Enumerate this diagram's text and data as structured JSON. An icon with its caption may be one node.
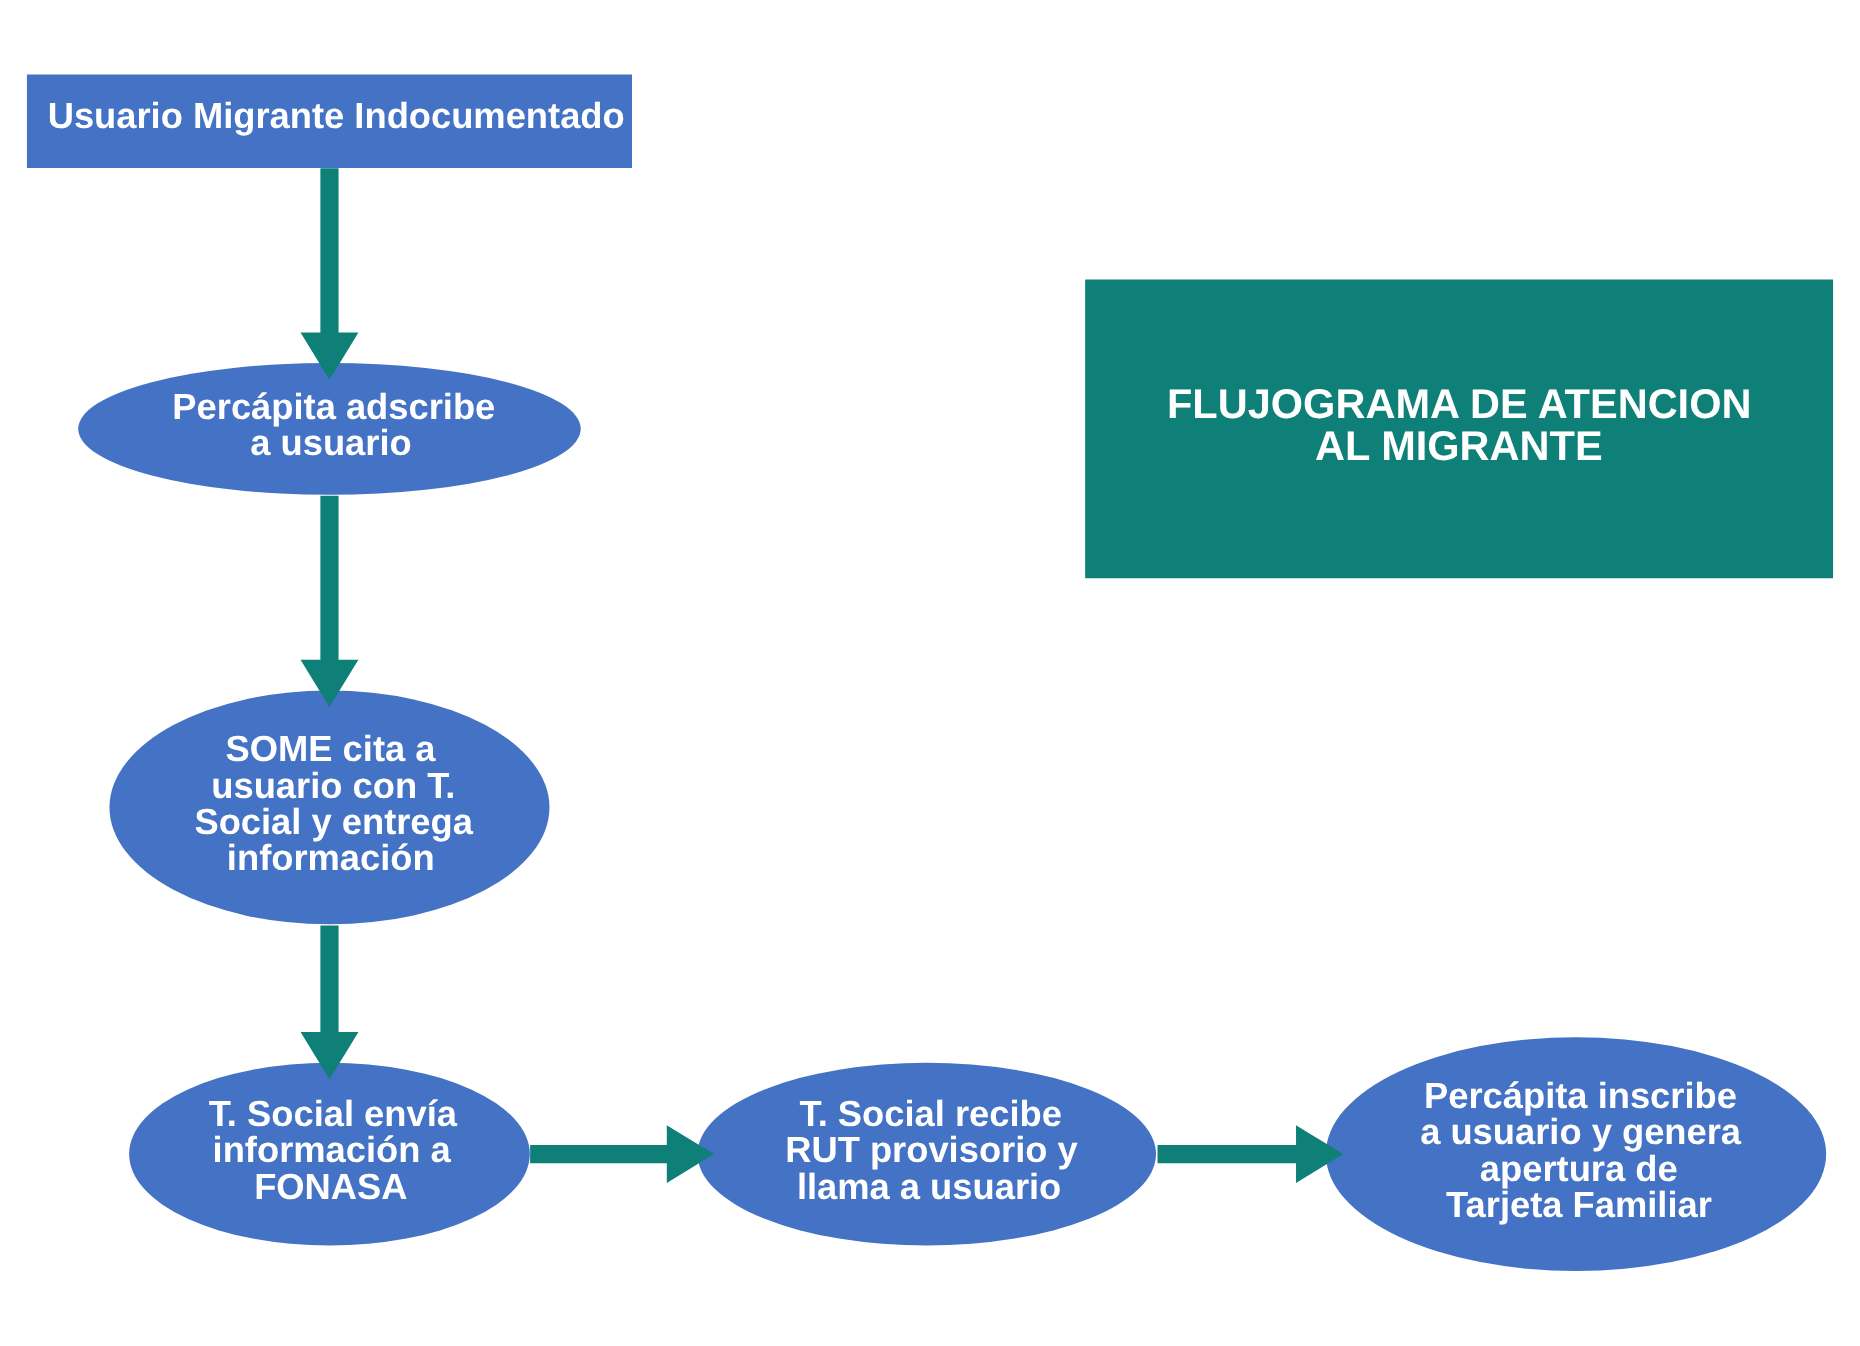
{
  "diagram": {
    "nodes": [
      {
        "text": [
          "Usuario Migrante Indocumentado"
        ]
      },
      {
        "text": [
          "Percápita adscribe a usuario"
        ]
      },
      {
        "text": [
          "SOME cita a usuario con T. Social y entrega información"
        ]
      },
      {
        "text": [
          "T. Social envía información a FONASA"
        ]
      },
      {
        "text": [
          "T. Social recibe RUT provisorio y llama a usuario"
        ]
      },
      {
        "text": [
          "Percápita inscribe a usuario y genera apertura de Tarjeta Familiar"
        ]
      },
      {
        "text": [
          "FLUJOGRAMA DE ATENCION AL MIGRANTE"
        ]
      }
    ],
    "edges": [
      {
        "from": 0,
        "to": 1,
        "arrow": "to"
      },
      {
        "from": 1,
        "to": 2,
        "arrow": "to"
      },
      {
        "from": 2,
        "to": 3,
        "arrow": "to"
      },
      {
        "from": 3,
        "to": 4,
        "arrow": "to"
      },
      {
        "from": 4,
        "to": 5,
        "arrow": "to"
      }
    ]
  }
}
